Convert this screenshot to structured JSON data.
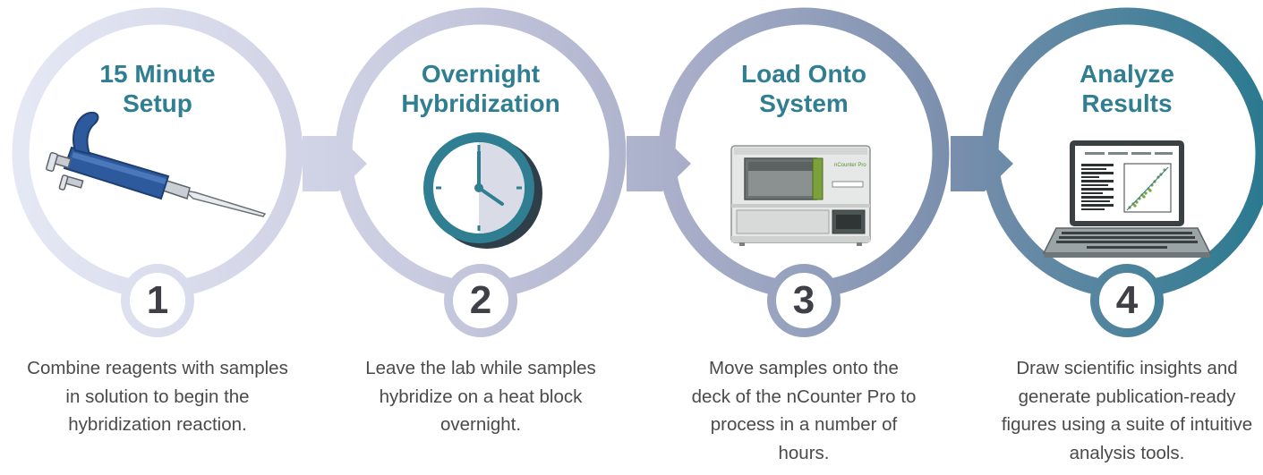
{
  "steps": [
    {
      "number": "1",
      "title": "15 Minute\nSetup",
      "icon": "pipette-icon",
      "description": "Combine reagents with samples in solution to begin the hybridization reaction.",
      "color": "#dde2ef"
    },
    {
      "number": "2",
      "title": "Overnight\nHybridization",
      "icon": "clock-icon",
      "description": "Leave the lab while samples hybridize on a heat block overnight.",
      "color": "#c2c5da"
    },
    {
      "number": "3",
      "title": "Load Onto\nSystem",
      "icon": "ncounter-instrument-icon",
      "description": "Move samples onto the deck of the nCounter Pro to process in a number of hours.",
      "color": "#7f92ad",
      "device_label": "nCounter Pro"
    },
    {
      "number": "4",
      "title": "Analyze\nResults",
      "icon": "laptop-icon",
      "description": "Draw scientific insights and generate publication-ready figures using a suite of intuitive analysis tools.",
      "color": "#2f7e92"
    }
  ],
  "colors": {
    "title": "#2f7e92",
    "number": "#3f3f47",
    "description": "#4a4a4a",
    "gradient_start": "#e6e9f5",
    "gradient_mid": "#b9bcd4",
    "gradient_end": "#2f7e92"
  }
}
